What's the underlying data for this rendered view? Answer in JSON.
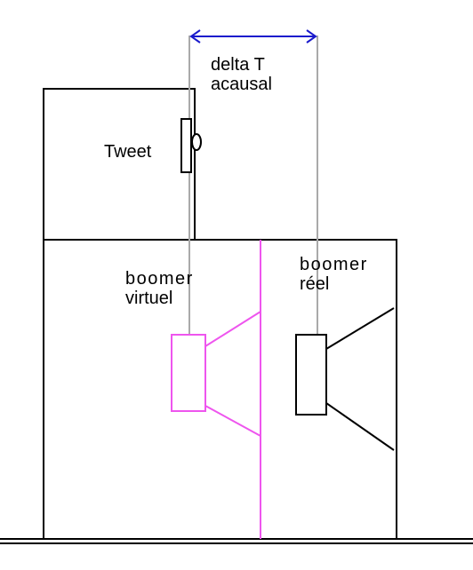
{
  "labels": {
    "delta_line1": "delta T",
    "delta_line2": "acausal",
    "tweet": "Tweet",
    "virtual_line1": "boomer",
    "virtual_line2": "virtuel",
    "real_line1": "boomer",
    "real_line2": "réel"
  },
  "colors": {
    "outline": "#000000",
    "virtual": "#ee55ee",
    "guide": "#aaaaaa",
    "arrow": "#1a1acc"
  }
}
